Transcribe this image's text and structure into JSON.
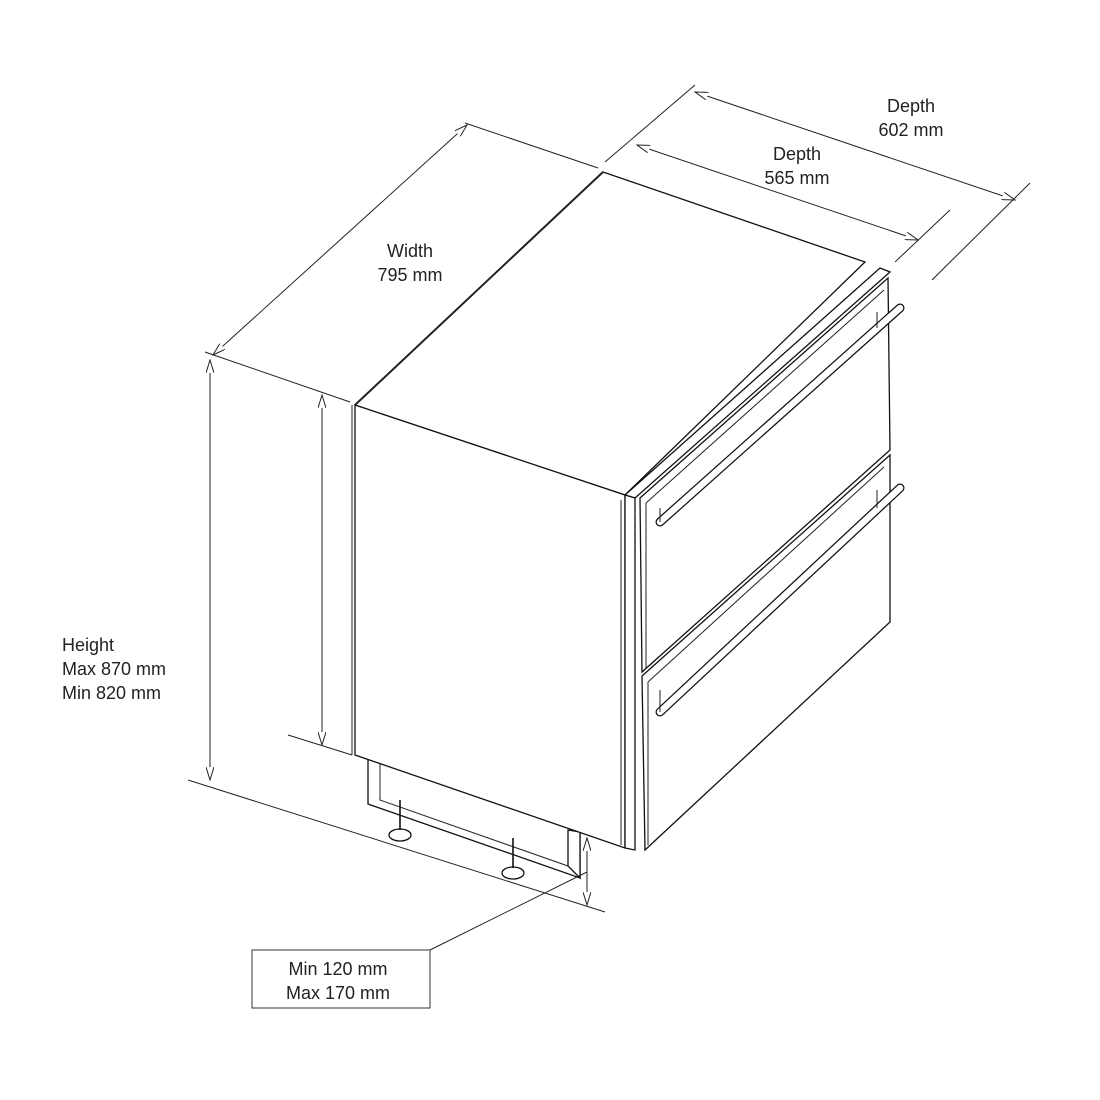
{
  "dimensions": {
    "depth_outer": {
      "title": "Depth",
      "value": "602 mm"
    },
    "depth_inner": {
      "title": "Depth",
      "value": "565 mm"
    },
    "width": {
      "title": "Width",
      "value": "795 mm"
    },
    "height": {
      "title": "Height",
      "max": "Max 870 mm",
      "min": "Min 820 mm"
    },
    "plinth": {
      "min": "Min 120 mm",
      "max": "Max 170 mm"
    }
  },
  "colors": {
    "line": "#222222",
    "background": "#ffffff"
  }
}
